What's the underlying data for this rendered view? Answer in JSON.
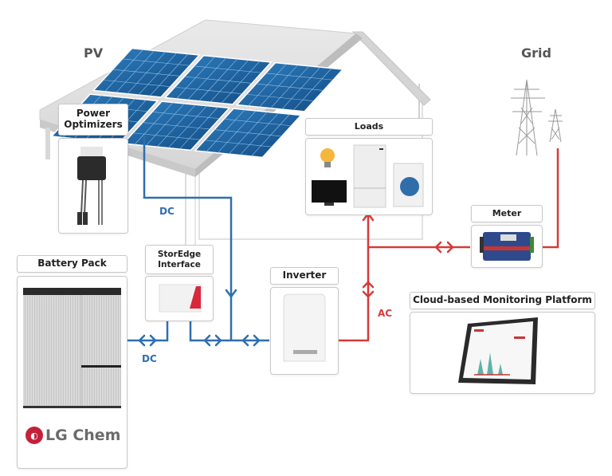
{
  "title_labels": {
    "pv": "PV",
    "grid": "Grid"
  },
  "components": {
    "power_optimizers": {
      "label_line1": "Power",
      "label_line2": "Optimizers"
    },
    "loads": {
      "label": "Loads",
      "items": [
        "light-bulb",
        "television",
        "refrigerator",
        "washing-machine"
      ]
    },
    "meter": {
      "label": "Meter"
    },
    "battery_pack": {
      "label": "Battery Pack",
      "brand": "LG Chem"
    },
    "storedge_interface": {
      "label_line1": "StorEdge",
      "label_line2": "Interface"
    },
    "inverter": {
      "label": "Inverter"
    },
    "monitoring": {
      "label": "Cloud-based Monitoring Platform"
    }
  },
  "wires": {
    "dc_top_label": "DC",
    "dc_bottom_label": "DC",
    "ac_label": "AC"
  },
  "colors": {
    "dc": "#2e6fae",
    "ac": "#d63a3a",
    "panel": "#1f5f9c",
    "label_text": "#555555"
  }
}
